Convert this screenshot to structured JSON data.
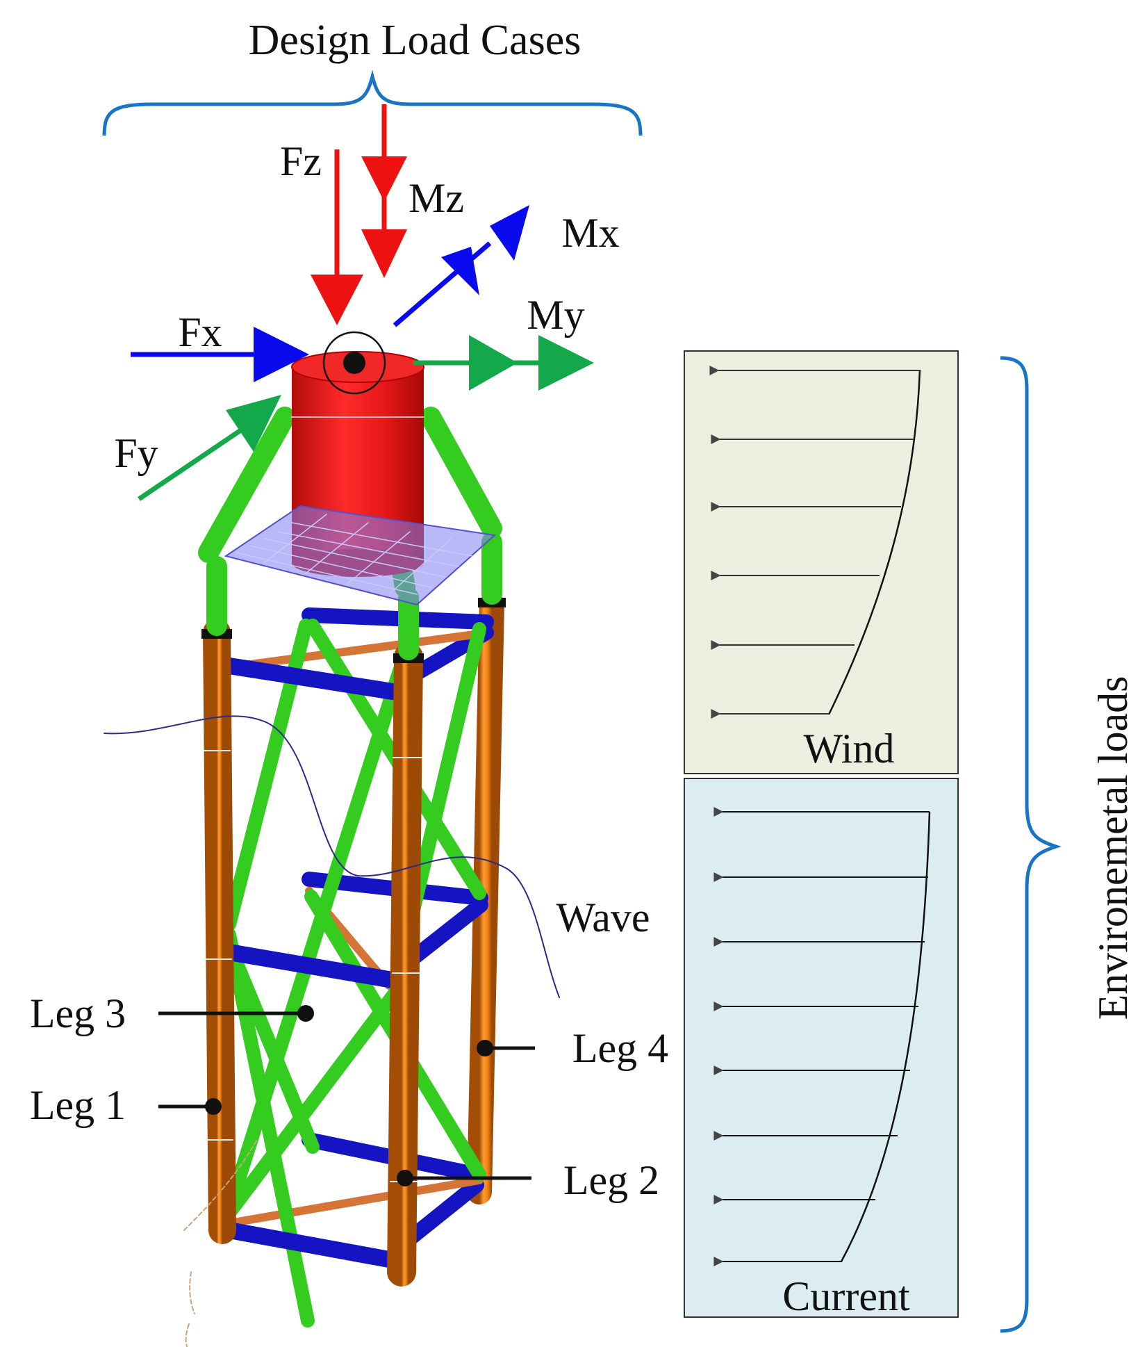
{
  "labels": {
    "design_load_cases": "Design Load Cases",
    "environmental_loads": "Environemetal loads",
    "fz": "Fz",
    "mz": "Mz",
    "mx": "Mx",
    "my": "My",
    "fx": "Fx",
    "fy": "Fy",
    "wind": "Wind",
    "current": "Current",
    "wave": "Wave",
    "leg1": "Leg 1",
    "leg2": "Leg 2",
    "leg3": "Leg 3",
    "leg4": "Leg 4"
  },
  "colors": {
    "force_arrow": "#ee1111",
    "moment_arrow_blue": "#0a0aee",
    "moment_arrow_green": "#13a84a",
    "brace_bracket": "#1a74c4",
    "cylinder": "#e31b1b",
    "leg": "#ee7d12",
    "brace_diagonal": "#33cc1f",
    "brace_horizontal": "#1414c2",
    "brace_orange": "#d47436",
    "platform": "#8080f0",
    "wind_panel": "#ebefdf",
    "current_panel": "#dcedf2",
    "wave_line": "#2a2a8a"
  }
}
